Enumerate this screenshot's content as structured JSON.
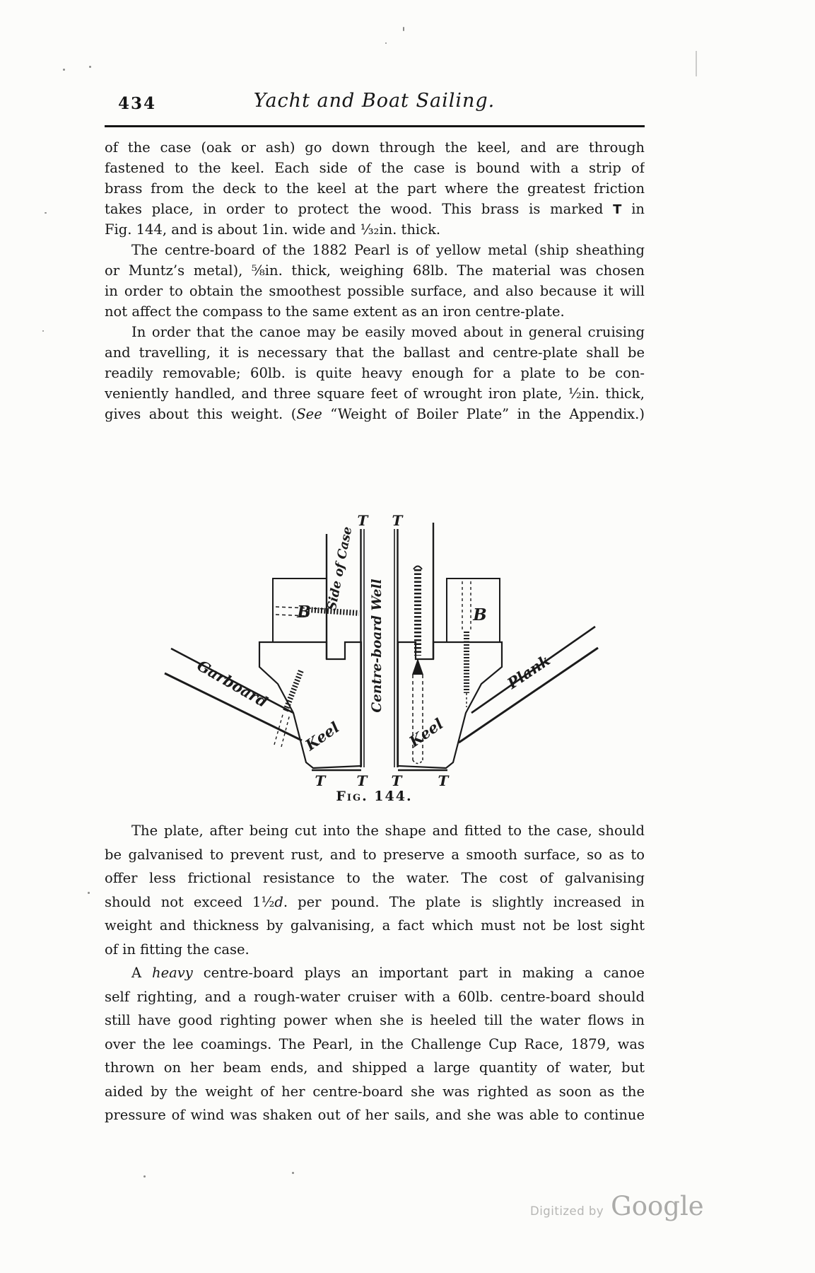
{
  "page": {
    "number": "434",
    "header_title": "Yacht and Boat Sailing.",
    "watermark_prefix": "Digitized by",
    "watermark_brand": "Google"
  },
  "content": {
    "paragraphs_top": [
      {
        "indent": false,
        "lines": [
          {
            "segs": [
              {
                "t": "of the case (oak or ash) go down through the keel, and are through"
              }
            ]
          },
          {
            "segs": [
              {
                "t": "fastened to the keel.  Each side of the case is bound with a strip of"
              }
            ]
          },
          {
            "segs": [
              {
                "t": "brass from the deck to the keel at the part where the greatest friction"
              }
            ]
          },
          {
            "segs": [
              {
                "t": "takes place, in order to protect the wood.  This brass is marked "
              },
              {
                "t": "T",
                "cls": "glyph-t"
              },
              {
                "t": " in"
              }
            ]
          },
          {
            "last": true,
            "segs": [
              {
                "t": "Fig. 144, and is about 1in. wide and ¹⁄₃₂in. thick."
              }
            ]
          }
        ]
      },
      {
        "indent": true,
        "lines": [
          {
            "segs": [
              {
                "t": "The centre-board of the 1882 Pearl is of yellow metal (ship sheathing"
              }
            ]
          },
          {
            "segs": [
              {
                "t": "or Muntz’s metal), ⅝in. thick, weighing 68lb.  The material was chosen"
              }
            ]
          },
          {
            "segs": [
              {
                "t": "in order to obtain the smoothest possible surface, and also because it will"
              }
            ]
          },
          {
            "last": true,
            "segs": [
              {
                "t": "not affect the compass to the same extent as an iron centre-plate."
              }
            ]
          }
        ]
      },
      {
        "indent": true,
        "lines": [
          {
            "segs": [
              {
                "t": "In order that the canoe may be easily moved about in general cruising"
              }
            ]
          },
          {
            "segs": [
              {
                "t": "and travelling, it is necessary that the ballast and centre-plate shall be"
              }
            ]
          },
          {
            "segs": [
              {
                "t": "readily removable; 60lb. is quite heavy enough for a plate to be con-"
              }
            ]
          },
          {
            "segs": [
              {
                "t": "veniently handled, and three square feet of wrought iron plate, ½in. thick,"
              }
            ]
          },
          {
            "segs": [
              {
                "t": "gives about this weight.  ("
              },
              {
                "t": "See",
                "i": true
              },
              {
                "t": " “Weight of Boiler Plate” in the Appendix.)"
              }
            ]
          }
        ]
      }
    ],
    "figure": {
      "caption": "Fig. 144.",
      "labels": {
        "top_t_left": "T",
        "top_t_right": "T",
        "side_of_case": "Side of Case",
        "well": "Centre-board Well",
        "b_left": "B",
        "b_right": "B",
        "garboard": "Garboard",
        "plank": "Plank",
        "keel_left": "Keel",
        "keel_right": "Keel",
        "bottom_t_1": "T",
        "bottom_t_2": "T",
        "bottom_t_3": "T",
        "bottom_t_4": "T"
      }
    },
    "paragraphs_bottom": [
      {
        "indent": true,
        "lines": [
          {
            "segs": [
              {
                "t": "The plate, after being cut into the shape and fitted to the case, should"
              }
            ]
          },
          {
            "segs": [
              {
                "t": "be galvanised to prevent rust, and to preserve a smooth surface, so as to"
              }
            ]
          },
          {
            "segs": [
              {
                "t": "offer less frictional resistance to the water.  The cost of galvanising"
              }
            ]
          },
          {
            "segs": [
              {
                "t": "should not exceed 1½"
              },
              {
                "t": "d",
                "i": true
              },
              {
                "t": ". per pound.  The plate is slightly increased in"
              }
            ]
          },
          {
            "segs": [
              {
                "t": "weight and thickness by galvanising, a fact which must not be lost sight"
              }
            ]
          },
          {
            "last": true,
            "segs": [
              {
                "t": "of in fitting the case."
              }
            ]
          }
        ]
      },
      {
        "indent": true,
        "lines": [
          {
            "segs": [
              {
                "t": "A "
              },
              {
                "t": "heavy",
                "i": true
              },
              {
                "t": " centre-board plays an important part in making a canoe"
              }
            ]
          },
          {
            "segs": [
              {
                "t": "self righting, and a rough-water cruiser with a 60lb. centre-board should"
              }
            ]
          },
          {
            "segs": [
              {
                "t": "still have good righting power when she is heeled till the water flows in"
              }
            ]
          },
          {
            "segs": [
              {
                "t": "over the lee coamings.  The Pearl, in the Challenge Cup Race, 1879, was"
              }
            ]
          },
          {
            "segs": [
              {
                "t": "thrown on her beam ends, and shipped a large quantity of water, but"
              }
            ]
          },
          {
            "segs": [
              {
                "t": "aided by the weight of her centre-board she was righted as soon as the"
              }
            ]
          },
          {
            "segs": [
              {
                "t": "pressure of wind was shaken out of her sails, and she was able to continue"
              }
            ]
          }
        ]
      }
    ]
  }
}
